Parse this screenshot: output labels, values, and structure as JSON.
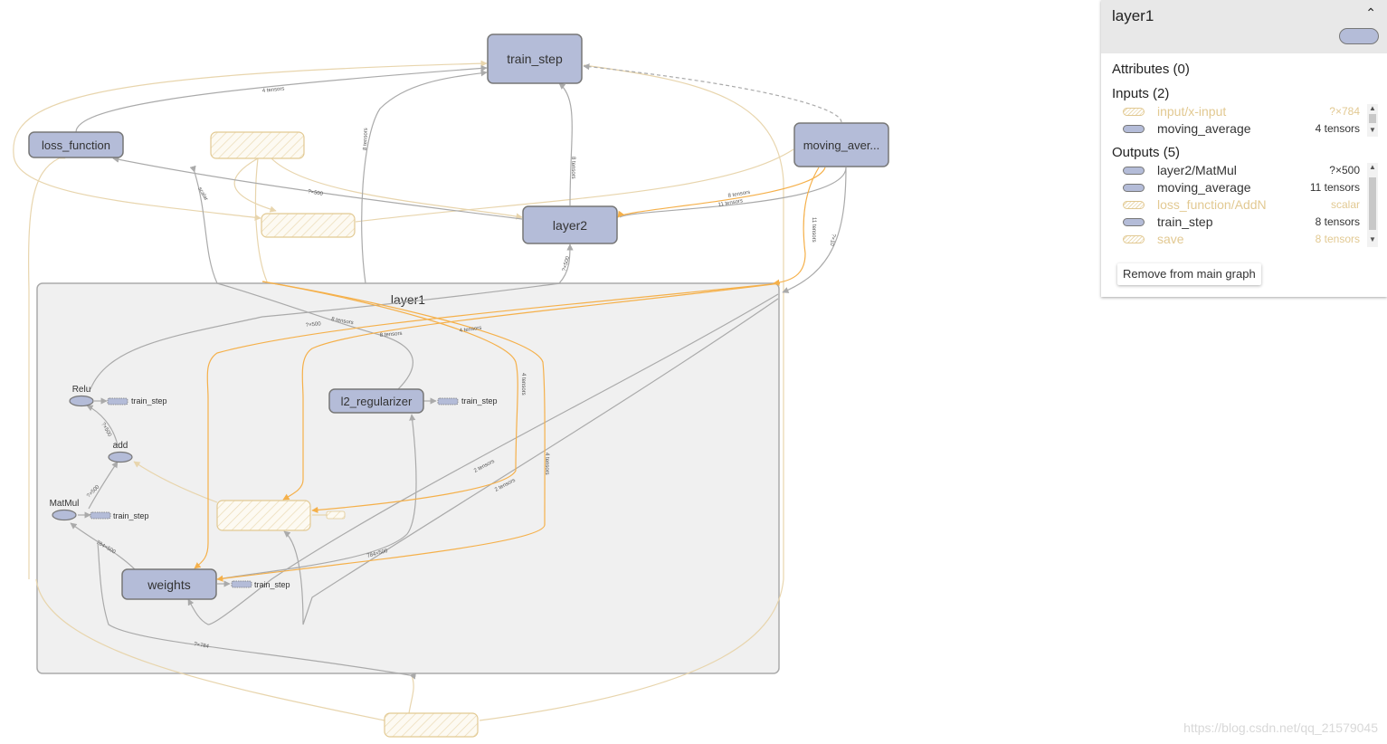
{
  "graph": {
    "nodes": {
      "train_step": "train_step",
      "loss_function": "loss_function",
      "moving_average": "moving_aver...",
      "layer2": "layer2",
      "layer1": "layer1",
      "relu": "Relu",
      "add": "add",
      "matmul": "MatMul",
      "l2_regularizer": "l2_regularizer",
      "weights": "weights",
      "relu_ctrl": "train_step",
      "l2_ctrl": "train_step",
      "matmul_ctrl": "train_step",
      "weights_ctrl": "train_step"
    },
    "edge_labels": {
      "e1": "4 tensors",
      "e2": "8 tensors",
      "e3": "8 tensors",
      "e4": "scalar",
      "e5": "?×500",
      "e6": "8 tensors",
      "e7": "11 tensors",
      "e8": "11 tensors",
      "e9": "?×10",
      "e10": "?×500",
      "e11": "?×500",
      "e12": "8 tensors",
      "e13": "8 tensors",
      "e14": "?×500",
      "e15": "4 tensors",
      "e16": "?×500",
      "e17": "4 tensors",
      "e18": "784×500",
      "e19": "784×500",
      "e20": "2 tensors",
      "e21": "2 tensors",
      "e22": "?×784",
      "e23": "?×10",
      "e24": "4 tensors"
    }
  },
  "panel": {
    "title": "layer1",
    "attributes_label": "Attributes (0)",
    "inputs_label": "Inputs (2)",
    "outputs_label": "Outputs (5)",
    "inputs": [
      {
        "name": "input/x-input",
        "size": "?×784"
      },
      {
        "name": "moving_average",
        "size": "4 tensors"
      }
    ],
    "outputs": [
      {
        "name": "layer2/MatMul",
        "size": "?×500"
      },
      {
        "name": "moving_average",
        "size": "11 tensors"
      },
      {
        "name": "loss_function/AddN",
        "size": "scalar"
      },
      {
        "name": "train_step",
        "size": "8 tensors"
      },
      {
        "name": "save",
        "size": "8 tensors"
      }
    ],
    "remove_button": "Remove from main graph"
  },
  "colors": {
    "op_fill": "#b4bcd8",
    "group_fill": "#f0f0f0",
    "hatch_stroke": "#e2c992",
    "edge_gray": "#aaaaaa",
    "edge_orange": "#f5b04a",
    "edge_tan": "#e8d5ad"
  },
  "watermark": "https://blog.csdn.net/qq_21579045"
}
